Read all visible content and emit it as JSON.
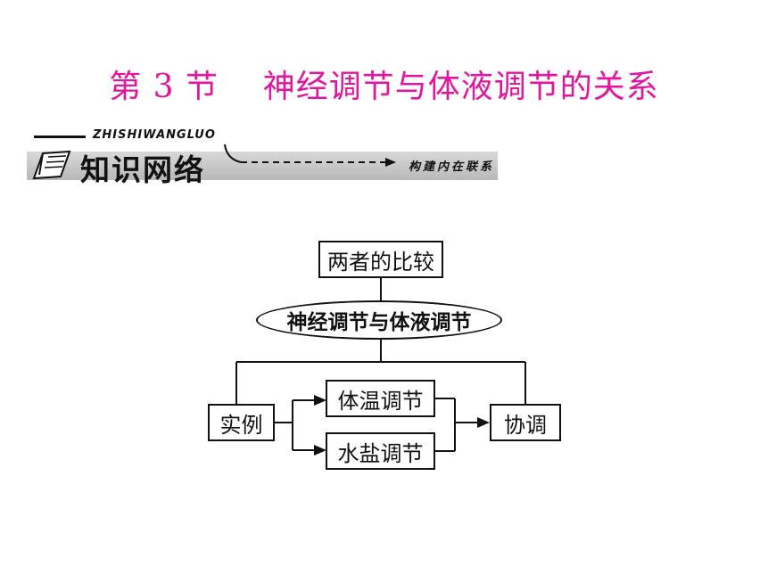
{
  "title": "第 3 节    神经调节与体液调节的关系",
  "banner": {
    "pinyin": "ZHISHIWANGLUO",
    "heading": "知识网络",
    "subtitle": "构建内在联系"
  },
  "diagram": {
    "top_box": "两者的比较",
    "ellipse": "神经调节与体液调节",
    "left_box": "实例",
    "upper_box": "体温调节",
    "lower_box": "水盐调节",
    "right_box": "协调"
  },
  "colors": {
    "title": "#e0169f",
    "banner_bar": "#c4c4c4",
    "ink": "#111111"
  }
}
